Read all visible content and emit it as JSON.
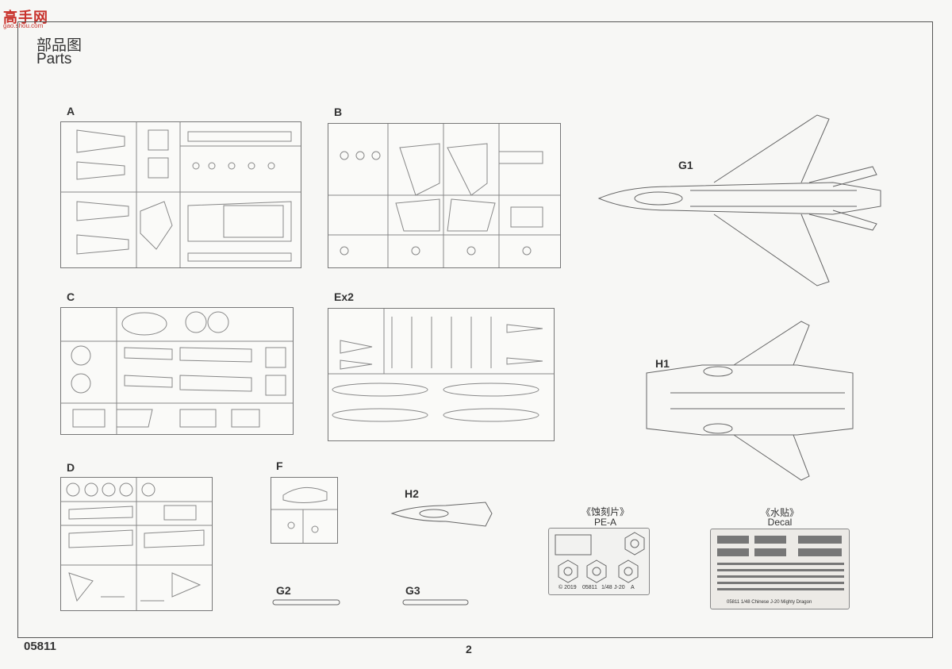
{
  "watermark": {
    "main": "高手网",
    "url": "gao.shou.com"
  },
  "header": {
    "title_cn": "部品图",
    "title_en": "Parts"
  },
  "sprues": {
    "A": "A",
    "B": "B",
    "C": "C",
    "Ex2": "Ex2",
    "D": "D",
    "F": "F"
  },
  "parts": {
    "G1": "G1",
    "H1": "H1",
    "H2": "H2",
    "G2": "G2",
    "G3": "G3"
  },
  "pe": {
    "cn": "《蚀刻片》",
    "en": "PE-A",
    "copyright": "© 2019",
    "code": "05811",
    "scale": "1/48",
    "model": "J-20",
    "mark": "A"
  },
  "decal": {
    "cn": "《水贴》",
    "en": "Decal",
    "caption": "05811  1/48  Chinese J-20 Mighty Dragon"
  },
  "footer": {
    "code": "05811",
    "page": "2"
  }
}
